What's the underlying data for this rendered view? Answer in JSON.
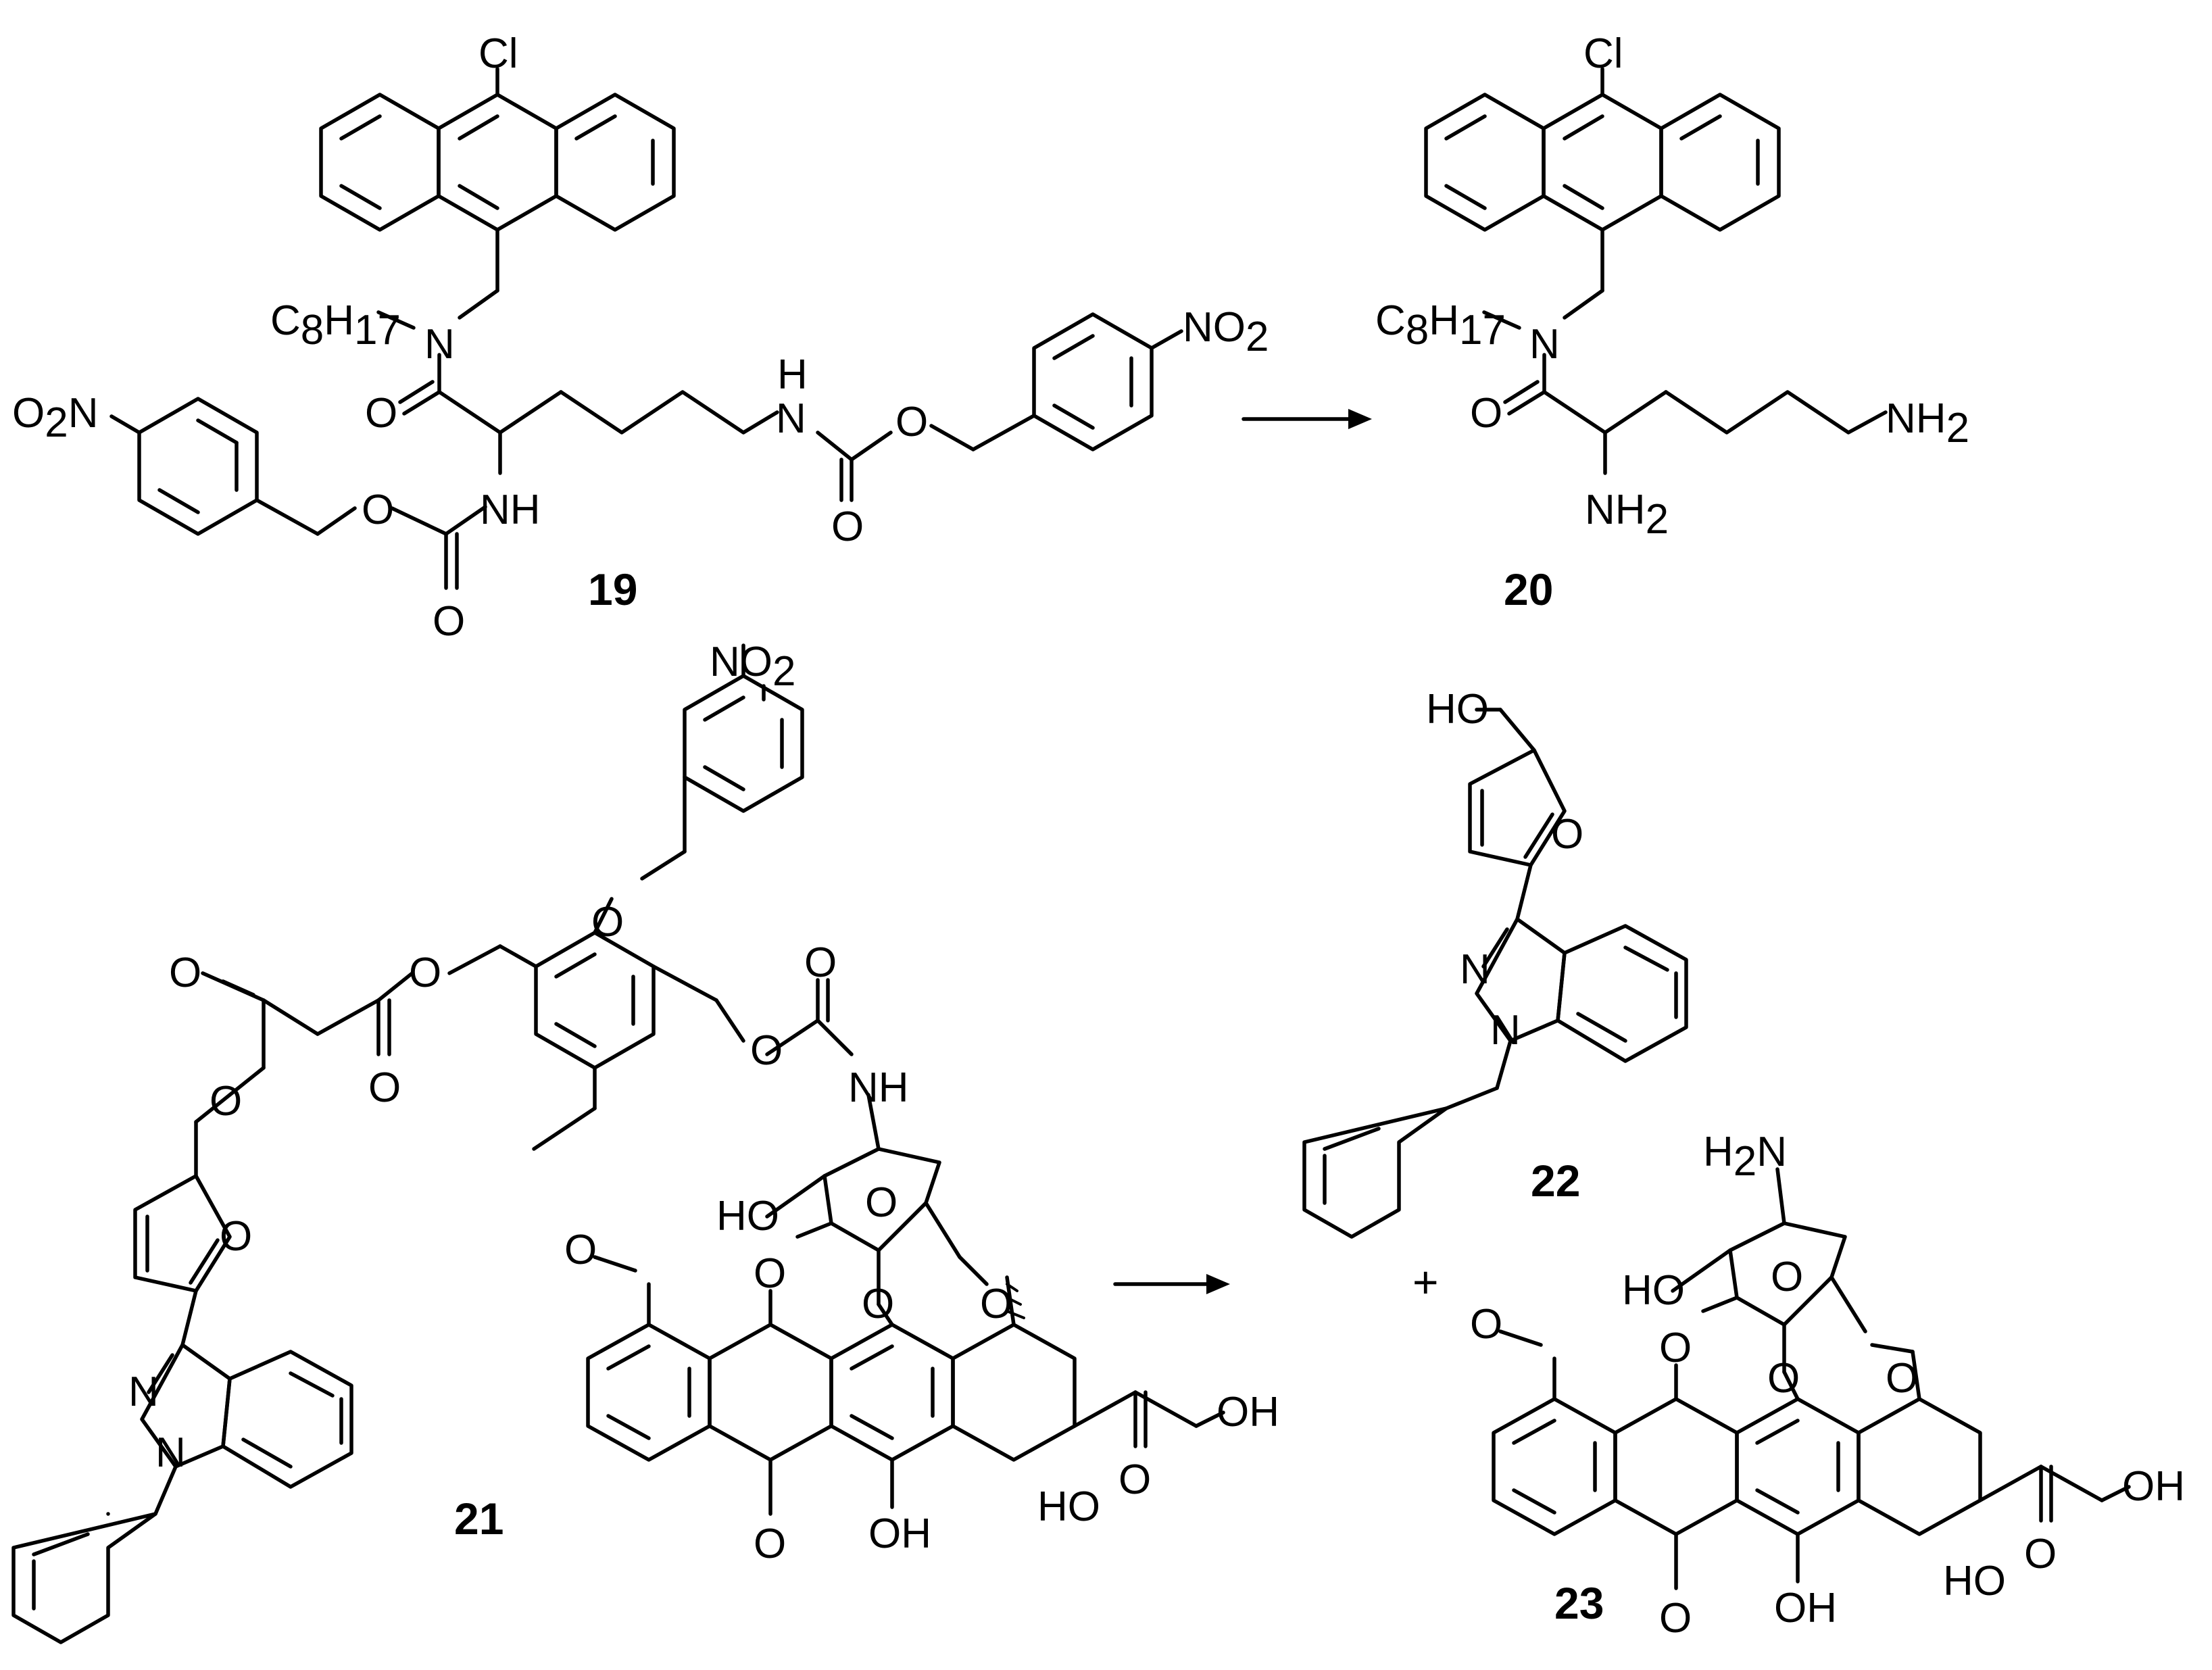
{
  "labels": {
    "cl": "Cl",
    "c8h17_c": "C",
    "c8h17_8": "8",
    "c8h17_h": "H",
    "c8h17_17": "17",
    "n": "N",
    "nh": "NH",
    "h": "H",
    "o": "O",
    "no2_no": "NO",
    "o2n_o": "O",
    "o2n_n": "N",
    "two": "2",
    "nh2_nh": "NH",
    "h2n_h": "H",
    "h2n_n": "N",
    "ho": "HO",
    "oh": "OH"
  },
  "compounds": {
    "c19": "19",
    "c20": "20",
    "c21": "21",
    "c22": "22",
    "c23": "23"
  },
  "plus": "+"
}
